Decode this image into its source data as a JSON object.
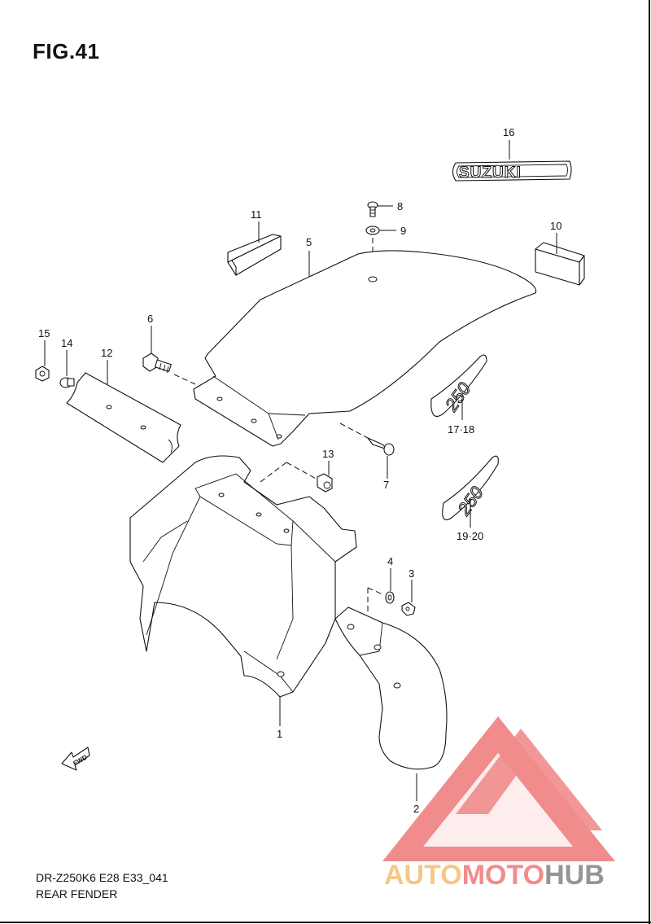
{
  "figure": {
    "title": "FIG.41",
    "code": "DR-Z250K6 E28 E33_041",
    "name": "REAR FENDER"
  },
  "callouts": {
    "c1": "1",
    "c2": "2",
    "c3": "3",
    "c4": "4",
    "c5": "5",
    "c6": "6",
    "c7": "7",
    "c8": "8",
    "c9": "9",
    "c10": "10",
    "c11": "11",
    "c12": "12",
    "c13": "13",
    "c14": "14",
    "c15": "15",
    "c16": "16",
    "c17_18": "17·18",
    "c19_20": "19·20"
  },
  "decals": {
    "brand_emblem": "SUZUKI",
    "fwd_arrow": "FWD",
    "decal_number": "250"
  },
  "watermark": {
    "auto": "AUTO",
    "moto": "MOTO",
    "hub": "HUB",
    "color_light": "#f4c27a",
    "color_red": "#f08080",
    "color_gray": "#8a8a8a"
  }
}
